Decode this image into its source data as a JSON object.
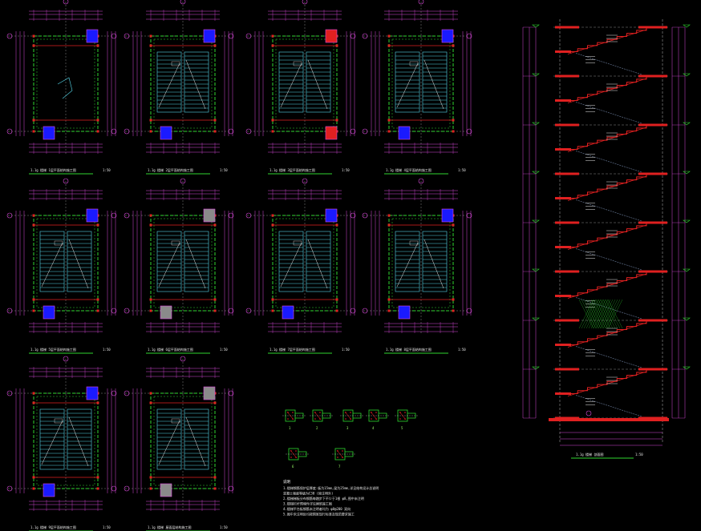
{
  "plans": [
    {
      "title": "1.1g 楼梯 1层平面结构施工图",
      "scale": "1:50",
      "col": 0,
      "row": 0,
      "stair": false,
      "cols": "blue"
    },
    {
      "title": "1.1g 楼梯 2层平面结构施工图",
      "scale": "1:50",
      "col": 1,
      "row": 0,
      "stair": true,
      "cols": "blue"
    },
    {
      "title": "1.1g 楼梯 3层平面结构施工图",
      "scale": "1:50",
      "col": 2,
      "row": 0,
      "stair": true,
      "cols": "red"
    },
    {
      "title": "1.1g 楼梯 4层平面结构施工图",
      "scale": "1:50",
      "col": 3,
      "row": 0,
      "stair": true,
      "cols": "blue"
    },
    {
      "title": "1.1g 楼梯 5层平面结构施工图",
      "scale": "1:50",
      "col": 0,
      "row": 1,
      "stair": true,
      "cols": "blue"
    },
    {
      "title": "1.1g 楼梯 6层平面结构施工图",
      "scale": "1:50",
      "col": 1,
      "row": 1,
      "stair": true,
      "cols": "grey"
    },
    {
      "title": "1.1g 楼梯 7层平面结构施工图",
      "scale": "1:50",
      "col": 2,
      "row": 1,
      "stair": true,
      "cols": "blue"
    },
    {
      "title": "1.1g 楼梯 8层平面结构施工图",
      "scale": "1:50",
      "col": 3,
      "row": 1,
      "stair": true,
      "cols": "blue"
    },
    {
      "title": "1.1g 楼梯 9层平面结构施工图",
      "scale": "1:50",
      "col": 0,
      "row": 2,
      "stair": true,
      "cols": "blue"
    },
    {
      "title": "1.1g 楼梯 屋面层结构施工图",
      "scale": "1:50",
      "col": 1,
      "row": 2,
      "stair": true,
      "cols": "grey"
    }
  ],
  "section": {
    "title": "1.1g 楼梯 剖面图",
    "scale": "1:50",
    "flights": 8
  },
  "details": {
    "labels": [
      "1",
      "2",
      "3",
      "4",
      "5",
      "6",
      "7"
    ]
  },
  "notes": {
    "heading": "说明",
    "lines": [
      "1.楼梯钢筋保护层厚度:板为15mm,梁为25mm,详见结构设计总说明",
      "  混凝土强度等级为C30 (除注明外)",
      "2.楼梯梯板分布钢筋每踏步下不少于1根 φ8,图中未注明",
      "3.楼梯栏杆预埋件详见建筑施工图",
      "4.楼梯平台板钢筋未注明者均为 φ8@200 双向",
      "5.图中未注明处均按国家现行标准及规范要求施工"
    ]
  },
  "colors": {
    "background": "#000000",
    "green": "#2fd62f",
    "cyan": "#55d6e8",
    "magenta": "#d94adb",
    "red": "#e02020",
    "blue": "#1a1aff",
    "white": "#e8e8e8"
  }
}
